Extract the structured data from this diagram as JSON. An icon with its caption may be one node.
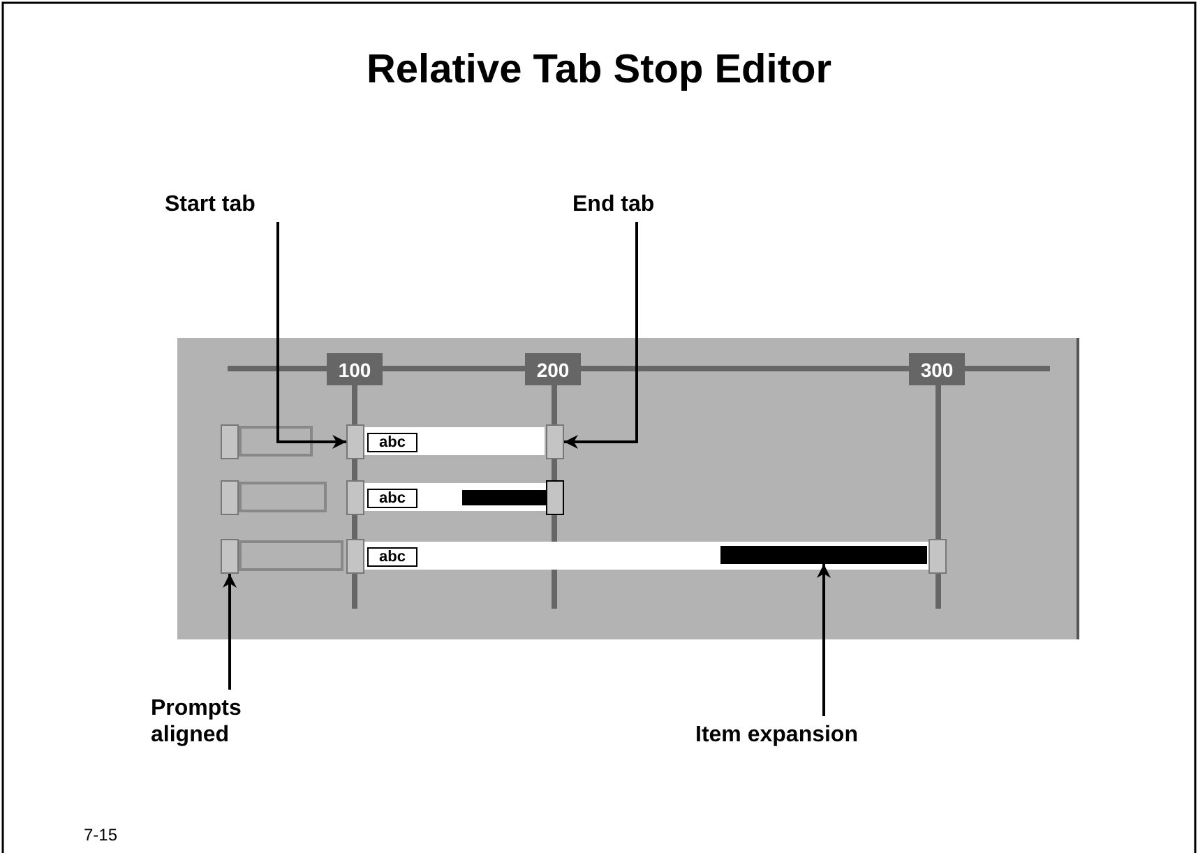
{
  "diagram": {
    "title": "Relative Tab Stop Editor",
    "nodes": [
      {
        "text": [
          "Start tab"
        ]
      },
      {
        "text": [
          "End tab"
        ]
      },
      {
        "text": [
          "Prompts aligned"
        ]
      },
      {
        "text": [
          "Item expansion"
        ]
      },
      {
        "text": [],
        "shape": "box"
      },
      {
        "text": [],
        "shape": "box"
      },
      {
        "text": [],
        "shape": "box"
      },
      {
        "text": [],
        "shape": "bar"
      },
      {
        "text": [
          "abc"
        ]
      },
      {
        "text": [
          "abc"
        ]
      },
      {
        "text": [
          "abc"
        ]
      }
    ],
    "edges": [
      {
        "from": 0,
        "to": 4,
        "arrow": "to"
      },
      {
        "from": 1,
        "to": 5,
        "arrow": "to"
      },
      {
        "from": 2,
        "to": 6,
        "arrow": "to"
      },
      {
        "from": 3,
        "to": 7,
        "arrow": "to"
      }
    ],
    "labels": [
      "100",
      "200",
      "300",
      "7-15"
    ]
  }
}
